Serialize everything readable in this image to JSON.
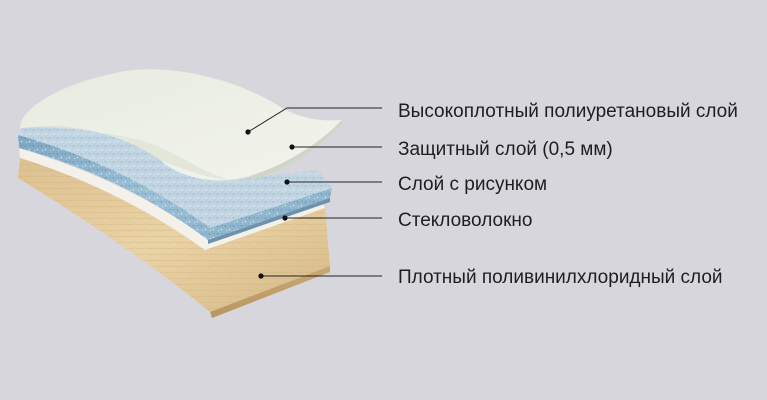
{
  "background": "#d7d6dc",
  "layers": [
    {
      "label": "Высокоплотный полиуретановый слой",
      "color": "#ecefe5"
    },
    {
      "label": "Защитный слой (0,5 мм)",
      "color": "#ffffff"
    },
    {
      "label": "Слой с рисунком",
      "color": "#8fb4cc"
    },
    {
      "label": "Стекловолокно",
      "color": "#f3f1ea"
    },
    {
      "label": "Плотный поливинилхлоридный слой",
      "color": "#e3c99a"
    }
  ]
}
